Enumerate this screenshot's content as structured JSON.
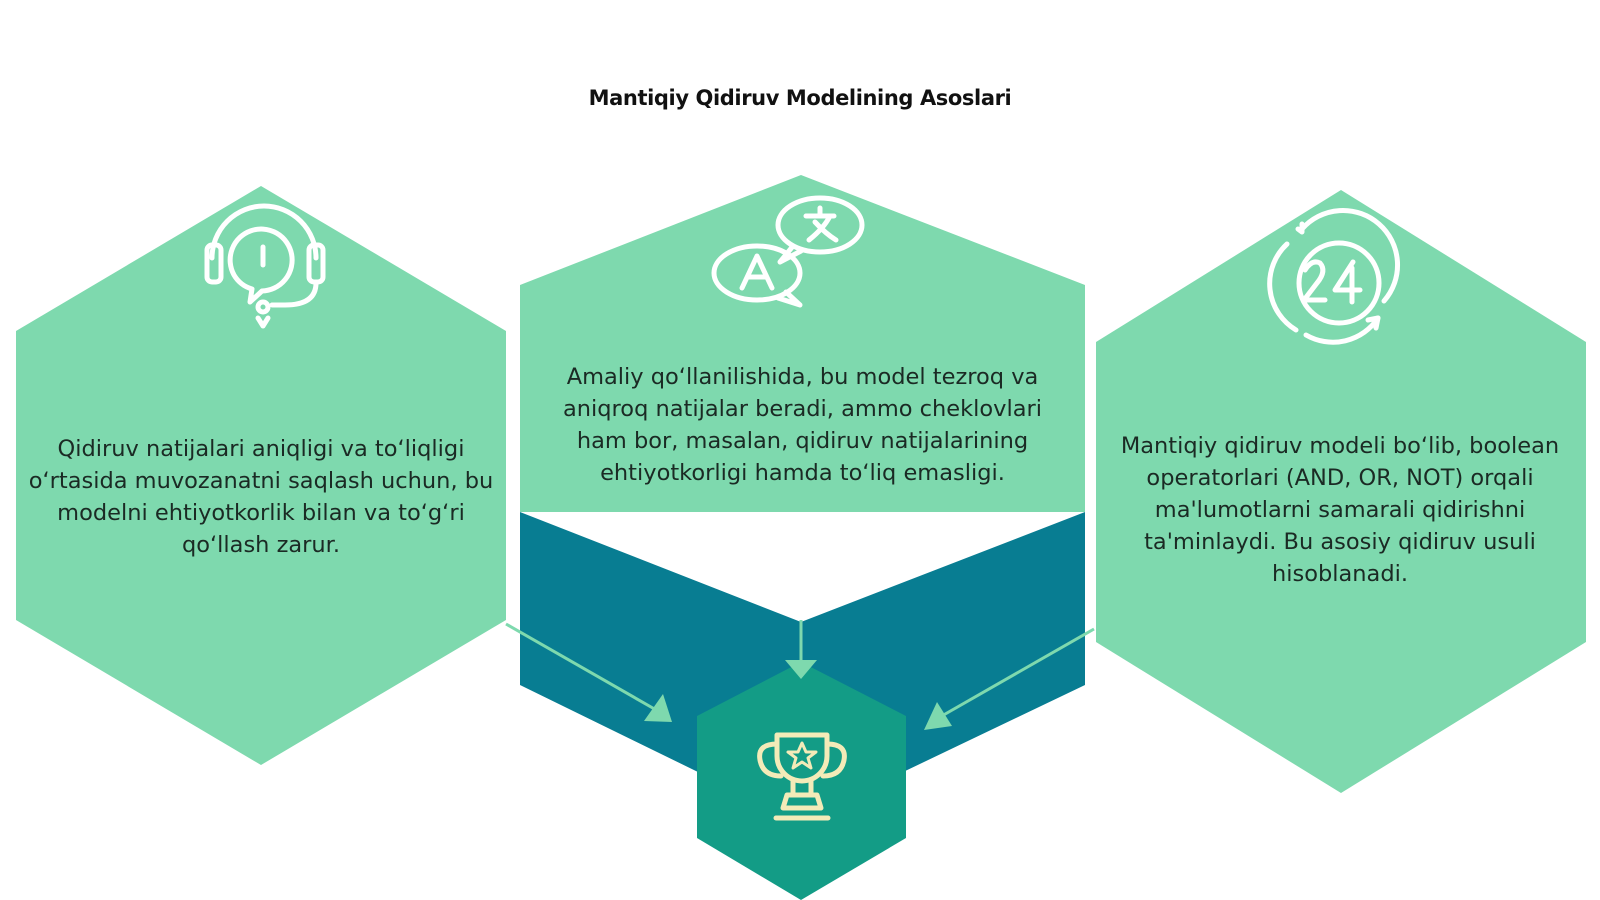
{
  "title": "Mantiqiy Qidiruv Modelining Asoslari",
  "colors": {
    "light_green": "#7ed9ae",
    "dark_teal": "#087d92",
    "center_teal": "#139c86",
    "icon_white": "#ffffff",
    "trophy_cream": "#f3ebb8"
  },
  "cards": [
    {
      "id": "left",
      "icon": "headset-support-icon",
      "text": "Qidiruv natijalari aniqligi va to‘liqligi o‘rtasida muvozanatni saqlash uchun, bu modelni ehtiyotkorlik bilan va to‘g‘ri qo‘llash zarur."
    },
    {
      "id": "middle",
      "icon": "translate-icon",
      "text": "Amaliy qo‘llanilishida, bu model tezroq va aniqroq natijalar beradi, ammo cheklovlari ham bor, masalan, qidiruv natijalarining ehtiyotkorligi hamda to‘liq emasligi."
    },
    {
      "id": "right",
      "icon": "24-hours-icon",
      "text": "Mantiqiy qidiruv modeli bo‘lib, boolean operatorlari (AND, OR, NOT) orqali ma'lumotlarni samarali qidirishni ta'minlaydi. Bu asosiy qidiruv usuli hisoblanadi."
    }
  ],
  "center": {
    "icon": "trophy-icon"
  }
}
